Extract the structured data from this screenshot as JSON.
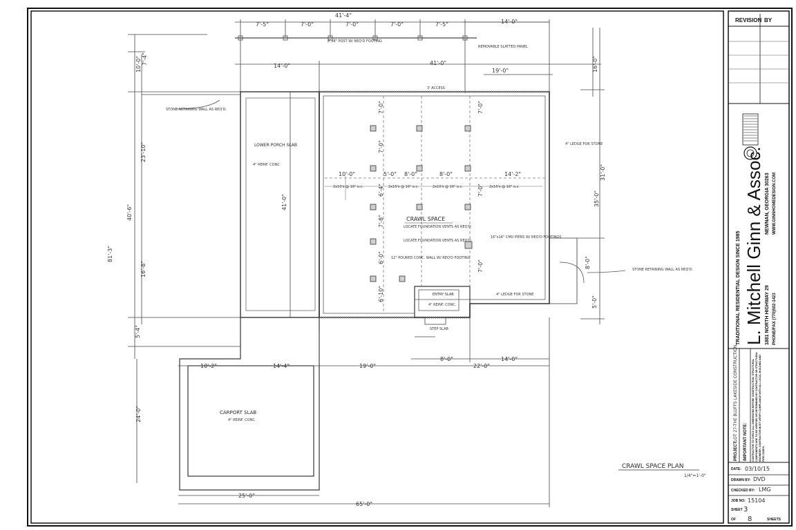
{
  "title_block": {
    "revision_label": "REVISION",
    "by_label": "BY",
    "tagline": "TRADITIONAL RESIDENTIAL DESIGN SINCE 1985",
    "firm_name": "L. Mitchell Ginn & Assoc.",
    "address": "1881 NORTH HIGHWAY 29",
    "city": "NEWNAN, GEORGIA 30263",
    "phone": "PHONE/FAX (770)502-1423",
    "website": "WWW.GINNHOMEDESIGN.COM",
    "project_label": "PROJECT:",
    "project_value": "LOT 27-THE BLUFFS LAKESIDE CONSTRUCTION",
    "note_label": "IMPORTANT NOTE:",
    "note_text": "CONTRACTOR TO CHECK ALL DIMENSIONS BEFORE CONSTRUCTION. STRUCTURAL COMPONENTS ARE TO BE VERIFIED OR DETERMINED BY CONTRACTOR OR STRUCTURAL ENGINEER. CONTRACTOR MUST VERIFY COMPLIANCE WITH ALL LOCAL BUILDING AND FIRE CODES.",
    "date_label": "DATE:",
    "date_value": "03/10/15",
    "drawn_label": "DRAWN BY:",
    "drawn_value": "DVD",
    "checked_label": "CHECKED BY:",
    "checked_value": "LMG",
    "job_label": "JOB NO:",
    "job_value": "15104",
    "sheet_label": "SHEET",
    "sheet_value": "3",
    "of_label": "OF",
    "sheets_value": "8",
    "sheets_label": "SHEETS"
  },
  "plan": {
    "title": "CRAWL SPACE PLAN",
    "scale": "1/4\"=1'-0\"",
    "labels": {
      "lower_porch": "LOWER PORCH SLAB",
      "lower_porch_note": "4\" REINF. CONC.",
      "crawl_space": "CRAWL SPACE",
      "crawl_note_1": "LOCATE FOUNDATION VENTS AS REQ'D",
      "crawl_note_2": "LOCATE FOUNDATION VENTS AS REQ'D",
      "crawl_note_3": "12\" POURED CONC. WALL W/ REQ'D FOOTING",
      "pier_note": "16\"x16\" CMU PIERS W/ REQ'D FOOTINGS",
      "entry_slab": "ENTRY SLAB",
      "entry_note": "4\" REINF. CONC.",
      "step_slab": "STEP SLAB",
      "carport": "CARPORT SLAB",
      "carport_note": "4\" REINF. CONC.",
      "stone_wall_left": "STONE RETAINING WALL AS REQ'D.",
      "stone_wall_right": "STONE RETAINING WALL AS REQ'D.",
      "ledge_1": "4\" LEDGE FOR STONE",
      "ledge_2": "4\" LEDGE FOR STONE",
      "removable_panel": "REMOVABLE SLATTED PANEL",
      "footing_note": "8\"x8\" POST W/ REQ'D FOOTING",
      "access": "3' ACCESS"
    },
    "dims": {
      "top_total": "41'-4\"",
      "top_right": "14'-0\"",
      "bay_1": "7'-5\"",
      "bay_2": "7'-0\"",
      "bay_3": "7'-0\"",
      "bay_4": "7'-0\"",
      "bay_5": "7'-5\"",
      "mid_left": "14'-0\"",
      "mid_center": "41'-0\"",
      "mid_right": "19'-0\"",
      "left_total": "81'-3\"",
      "left_a": "10'-0\"",
      "left_b": "7'-4\"",
      "left_c": "40'-6\"",
      "left_d": "23'-10\"",
      "left_e": "16'-8\"",
      "left_f": "5'-4\"",
      "left_g": "24'-0\"",
      "right_a": "16'-0\"",
      "right_b": "35'-0\"",
      "right_c": "31'-0\"",
      "right_d": "8'-0\"",
      "right_e": "5'-0\"",
      "porch_depth": "41'-0\"",
      "row_1": "10'-0\"",
      "row_2": "5'-0\"",
      "row_3": "8'-0\"",
      "row_4": "8'-0\"",
      "row_5": "14'-2\"",
      "col_1": "7'-0\"",
      "col_2": "7'-0\"",
      "col_3": "7'-0\"",
      "col_4": "6'-4\"",
      "col_5": "7'-0\"",
      "col_6": "7'-8\"",
      "col_7": "6'-0\"",
      "col_8": "7'-0\"",
      "col_9": "6'-10\"",
      "joist_1": "2x10's @ 16\" o.c.",
      "joist_2": "2x10's @ 16\" o.c.",
      "joist_3": "2x10's @ 16\" o.c.",
      "joist_4": "2x10's @ 16\" o.c.",
      "low_1": "10'-2\"",
      "low_2": "14'-4\"",
      "low_3": "19'-0\"",
      "low_4": "22'-0\"",
      "low_5": "8'-0\"",
      "low_6": "14'-0\"",
      "bottom_1": "25'-0\"",
      "bottom_total": "65'-0\""
    }
  }
}
